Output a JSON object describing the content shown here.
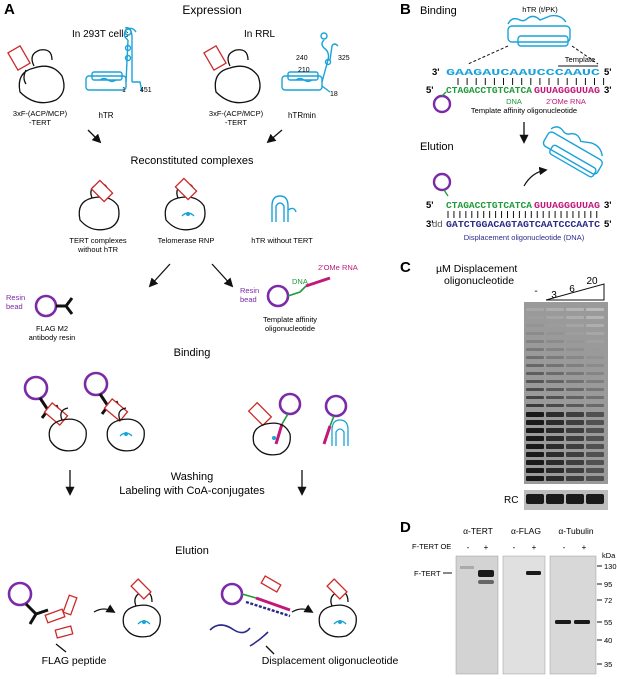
{
  "colors": {
    "black": "#111111",
    "red": "#cc2a2a",
    "cyan": "#1aa3d9",
    "purple": "#7b2aa8",
    "magenta": "#c2187a",
    "green": "#1f9a3a",
    "navy": "#2b2a8a",
    "gel_dark": "#1a1a1a"
  },
  "panel_a": {
    "letter": "A",
    "expression_title": "Expression",
    "cells_293t": "In 293T cells",
    "rrl": "In RRL",
    "tert_label_left": "3xF-(ACP/MCP)\n-TERT",
    "tert_label_right": "3xF-(ACP/MCP)\n-TERT",
    "htr_label": "hTR",
    "htrmin_label": "hTRmin",
    "num_1": "1",
    "num_451": "451",
    "num_240": "240",
    "num_325": "325",
    "num_210": "210",
    "num_18": "18",
    "reconstituted_title": "Reconstituted complexes",
    "complex_1": "TERT complexes\nwithout hTR",
    "complex_2": "Telomerase RNP",
    "complex_3": "hTR without TERT",
    "resin_bead_left": "Resin\nbead",
    "flag_resin": "FLAG M2\nantibody resin",
    "resin_bead_right": "Resin\nbead",
    "dna_label": "DNA",
    "ome_label": "2'OMe RNA",
    "template_affinity": "Template affinity\noligonucleotide",
    "binding_title": "Binding",
    "washing_line1": "Washing",
    "washing_line2": "Labeling with CoA-conjugates",
    "elution_title": "Elution",
    "flag_peptide": "FLAG peptide",
    "displacement_oligo": "Displacement oligonucleotide"
  },
  "panel_b": {
    "letter": "B",
    "binding_title": "Binding",
    "htr_tpk": "hTR (t/PK)",
    "template_label": "Template",
    "seq_top_5": "5'",
    "seq_top_3": "3'",
    "seq_top": "GAAGAUCAAUCCCAAUC",
    "seq_mid_5": "5'",
    "seq_mid_green": "CTAGACCTGTCATCA",
    "seq_mid_magenta": "GUUAGGGUUAG",
    "seq_mid_3": "3'",
    "dna_tag": "DNA",
    "ome_tag": "2'OMe RNA",
    "template_affinity": "Template affinity oligonucleotide",
    "elution_title": "Elution",
    "el_5": "5'",
    "el_green": "CTAGACCTGTCATCA",
    "el_magenta": "GUUAGGGUUAG",
    "el_3": "3'",
    "disp_3": "3'",
    "disp_dd": "dd",
    "disp_seq": "GATCTGGACAGTAGTCAATCCCAATC",
    "disp_5": "5'",
    "displacement_label": "Displacement oligonucleotide (DNA)"
  },
  "panel_c": {
    "letter": "C",
    "header_line1": "µM Displacement",
    "header_line2": "oligonucleotide",
    "lane_minus": "-",
    "lane_3": "3",
    "lane_6": "6",
    "lane_20": "20",
    "rc_label": "RC"
  },
  "panel_d": {
    "letter": "D",
    "ab_tert": "α-TERT",
    "ab_flag": "α-FLAG",
    "ab_tub": "α-Tubulin",
    "fteroe": "F-TERT OE",
    "minus_1": "-",
    "plus_1": "+",
    "minus_2": "-",
    "plus_2": "+",
    "minus_3": "-",
    "plus_3": "+",
    "fterl": "F-TERT",
    "kda": "kDa",
    "mw": [
      "130",
      "95",
      "72",
      "55",
      "40",
      "35"
    ]
  }
}
